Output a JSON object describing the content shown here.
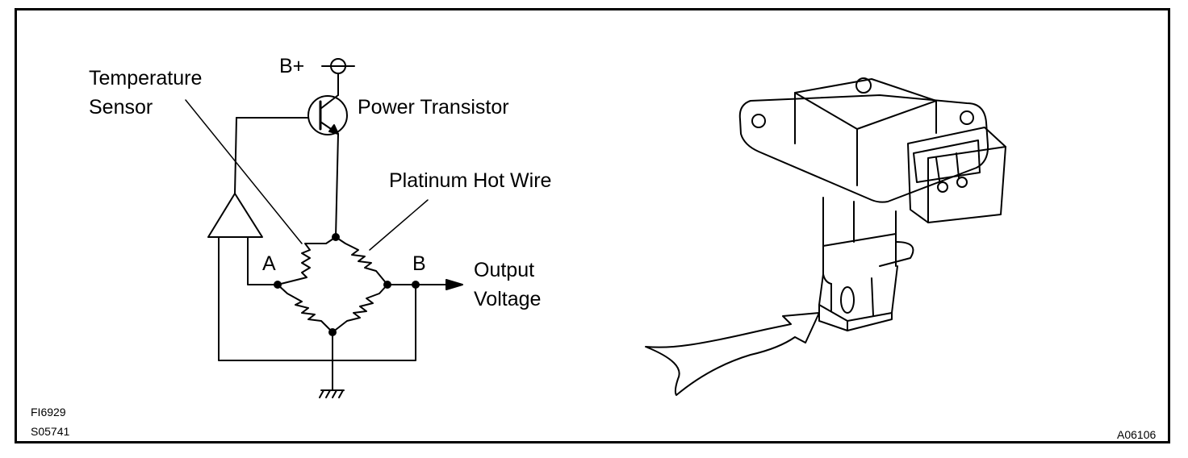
{
  "labels": {
    "bplus": "B+",
    "temperature_sensor_line1": "Temperature",
    "temperature_sensor_line2": "Sensor",
    "power_transistor": "Power Transistor",
    "platinum_hot_wire": "Platinum Hot Wire",
    "node_a": "A",
    "node_b": "B",
    "output_line1": "Output",
    "output_line2": "Voltage"
  },
  "codes": {
    "fig_code_1": "FI6929",
    "fig_code_2": "S05741",
    "fig_code_3": "A06106"
  }
}
